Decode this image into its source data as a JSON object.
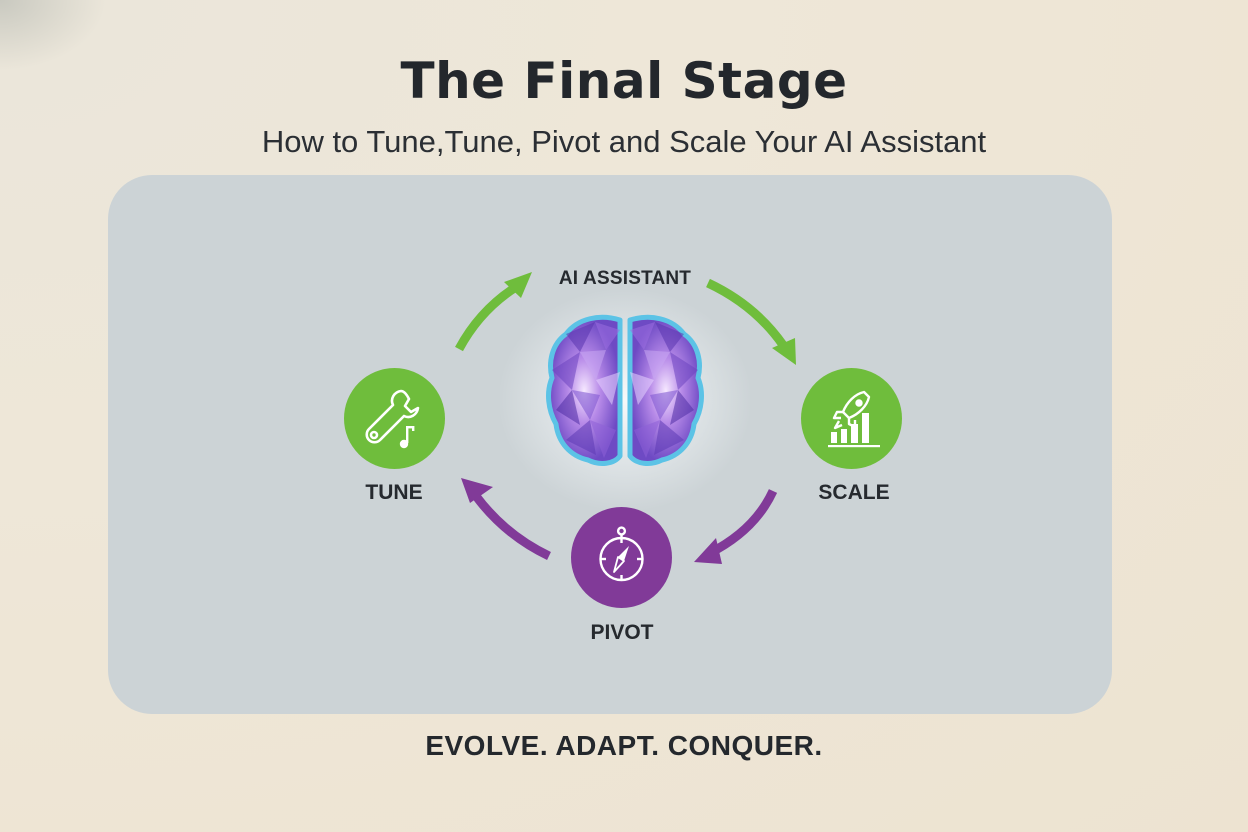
{
  "header": {
    "title": "The Final Stage",
    "subtitle": "How to Tune,Tune, Pivot and Scale Your AI Assistant"
  },
  "diagram": {
    "center": {
      "label": "AI ASSISTANT",
      "icon": "brain-icon"
    },
    "nodes": [
      {
        "id": "tune",
        "label": "TUNE",
        "icon": "wrench-music-note-icon",
        "color": "#6fbd3c"
      },
      {
        "id": "scale",
        "label": "SCALE",
        "icon": "rocket-growth-chart-icon",
        "color": "#6fbd3c"
      },
      {
        "id": "pivot",
        "label": "PIVOT",
        "icon": "compass-icon",
        "color": "#813a98"
      }
    ],
    "arrows": [
      {
        "from": "tune",
        "to": "ai-assistant",
        "color": "#6fbd3c"
      },
      {
        "from": "ai-assistant",
        "to": "scale",
        "color": "#6fbd3c"
      },
      {
        "from": "scale",
        "to": "pivot",
        "color": "#813a98"
      },
      {
        "from": "pivot",
        "to": "tune",
        "color": "#813a98"
      }
    ],
    "panel_color": "#ccd3d6"
  },
  "footer": {
    "tagline": "EVOLVE. ADAPT. CONQUER."
  },
  "colors": {
    "background": "#ede5d5",
    "green": "#6fbd3c",
    "purple": "#813a98",
    "brain_outline": "#5cc3e6",
    "brain_fill": "#8a5fd6",
    "text": "#23272c"
  }
}
